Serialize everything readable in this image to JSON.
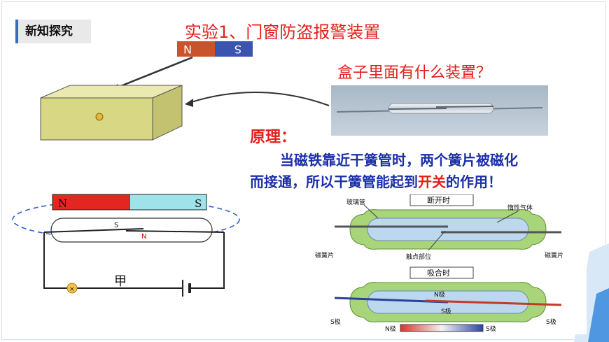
{
  "badge": "新知探究",
  "title": "实验1、门窗防盗报警装置",
  "question": "盒子里面有什么装置？",
  "principle_label": "原理：",
  "explanation_line1": "当磁铁靠近干簧管时，两个簧片被磁化",
  "explanation_line2_a": "而接通，所以干簧管能起到",
  "explanation_line2_hl": "开关",
  "explanation_line2_b": "的作用！",
  "top_magnet": {
    "n": "N",
    "s": "S"
  },
  "circuit": {
    "magnet_n": "N",
    "magnet_s": "S",
    "reed_s": "S",
    "reed_n": "N",
    "label": "甲"
  },
  "diagram": {
    "state_open": "断开时",
    "state_closed": "吸合时",
    "glass_tube": "玻璃管",
    "inert_gas": "惰性气体",
    "reed_left": "磁簧片",
    "reed_right": "磁簧片",
    "contact": "触点部位",
    "n_pole_top": "N极",
    "s_pole_mid": "S极",
    "s_pole_left": "S极",
    "s_pole_right": "S极",
    "bar_n": "N极",
    "bar_s": "S极"
  },
  "colors": {
    "title_red": "#e0201b",
    "text_blue": "#1b2fa8",
    "accent_blue": "#2f6fc0",
    "box_green": "#d8d884"
  }
}
